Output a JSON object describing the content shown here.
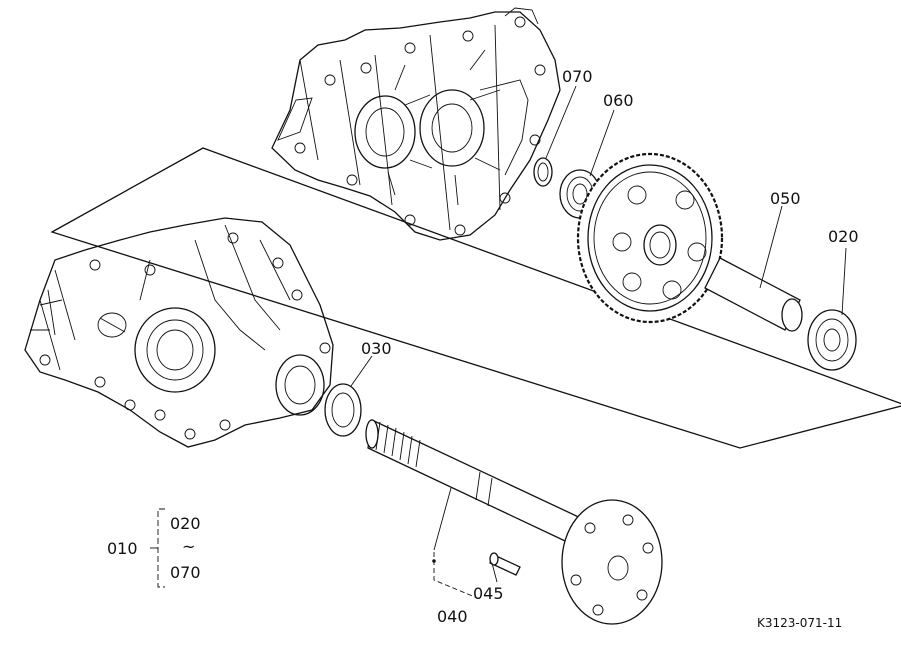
{
  "diagram": {
    "reference_code": "K3123-071-11",
    "callouts": {
      "p070": "070",
      "p060": "060",
      "p050": "050",
      "p020": "020",
      "p030": "030",
      "p040": "040",
      "p045": "045"
    },
    "assembly": {
      "code": "010",
      "range_from": "020",
      "range_sep": "~",
      "range_to": "070"
    }
  }
}
